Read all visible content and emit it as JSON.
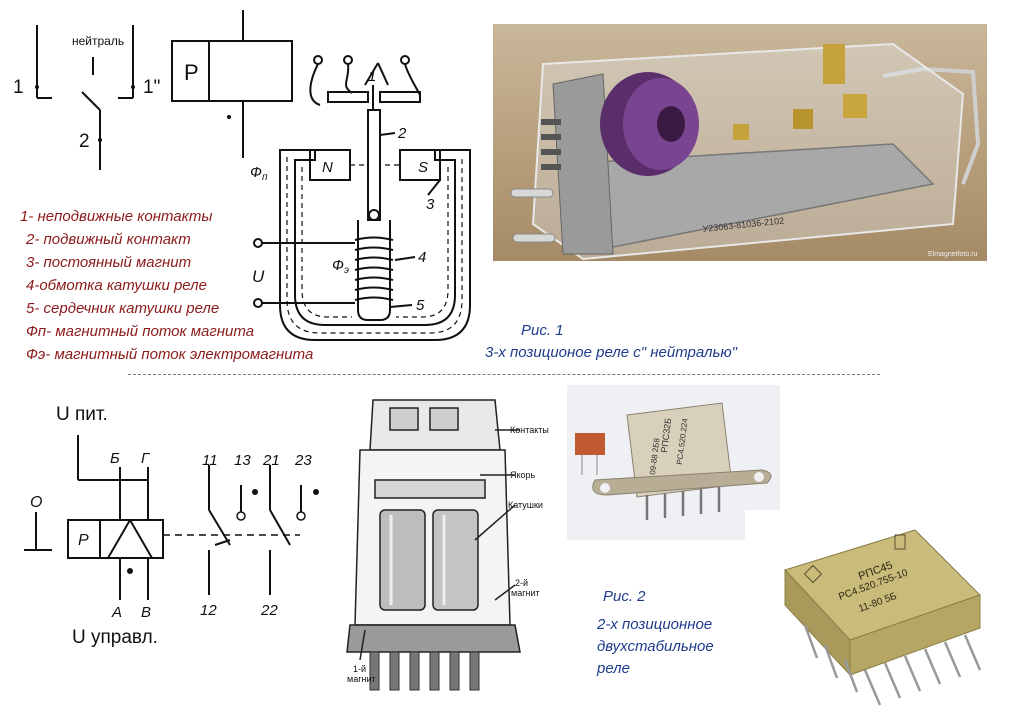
{
  "top_schematic": {
    "label_1": "1",
    "label_1pp": "1\"",
    "label_2": "2",
    "label_neutral": "нейтраль",
    "label_P": "P"
  },
  "relay_drawing": {
    "callout_1": "1",
    "callout_2": "2",
    "callout_3": "3",
    "callout_4": "4",
    "callout_5": "5",
    "phi_p": "Ф",
    "phi_p_sub": "п",
    "phi_e": "Ф",
    "phi_e_sub": "э",
    "magnet_N": "N",
    "magnet_S": "S",
    "voltage_U": "U"
  },
  "legend_items": [
    "1- неподвижные контакты",
    "2- подвижный контакт",
    "3- постоянный магнит",
    "4-обмотка  катушки реле",
    "5- сердечник  катушки реле",
    "Фп- магнитный поток магнита",
    "Фэ- магнитный поток электромагнита"
  ],
  "fig1": {
    "title": "Рис. 1",
    "subtitle": "3-х позиционое реле с\" нейтралью\""
  },
  "photo1": {
    "stamp": "У23063-81036-2102",
    "watermark": "Elmagnetfoto.ru"
  },
  "bottom_schematic": {
    "u_pit": "U пит.",
    "u_upravl": "U управл.",
    "label_B": "Б",
    "label_G": "Г",
    "label_A": "А",
    "label_V": "В",
    "label_O": "О",
    "label_P": "Р",
    "c11": "11",
    "c13": "13",
    "c21": "21",
    "c23": "23",
    "c12": "12",
    "c22": "22"
  },
  "exploded_view": {
    "contacts": "Контакты",
    "armature": "Якорь",
    "coils": "Катушки",
    "magnet2_line1": "2-й",
    "magnet2_line2": "магнит",
    "magnet1_line1": "1-й",
    "magnet1_line2": "магнит"
  },
  "fig2": {
    "title": "Рис. 2",
    "line1": "2-х позиционное",
    "line2": "двухстабильное",
    "line3": "реле"
  },
  "photo2": {
    "marking_line1": "РПС32Б",
    "marking_line2": "РС4.520.224",
    "marking_line3": "09-88  2Б8"
  },
  "photo3": {
    "marking_line1": "РПС45",
    "marking_line2": "РС4.520.755-10",
    "marking_line3": "11-80   5Б"
  },
  "colors": {
    "legend": "#8b1a1a",
    "caption": "#1f3c8c",
    "ink": "#111111"
  }
}
